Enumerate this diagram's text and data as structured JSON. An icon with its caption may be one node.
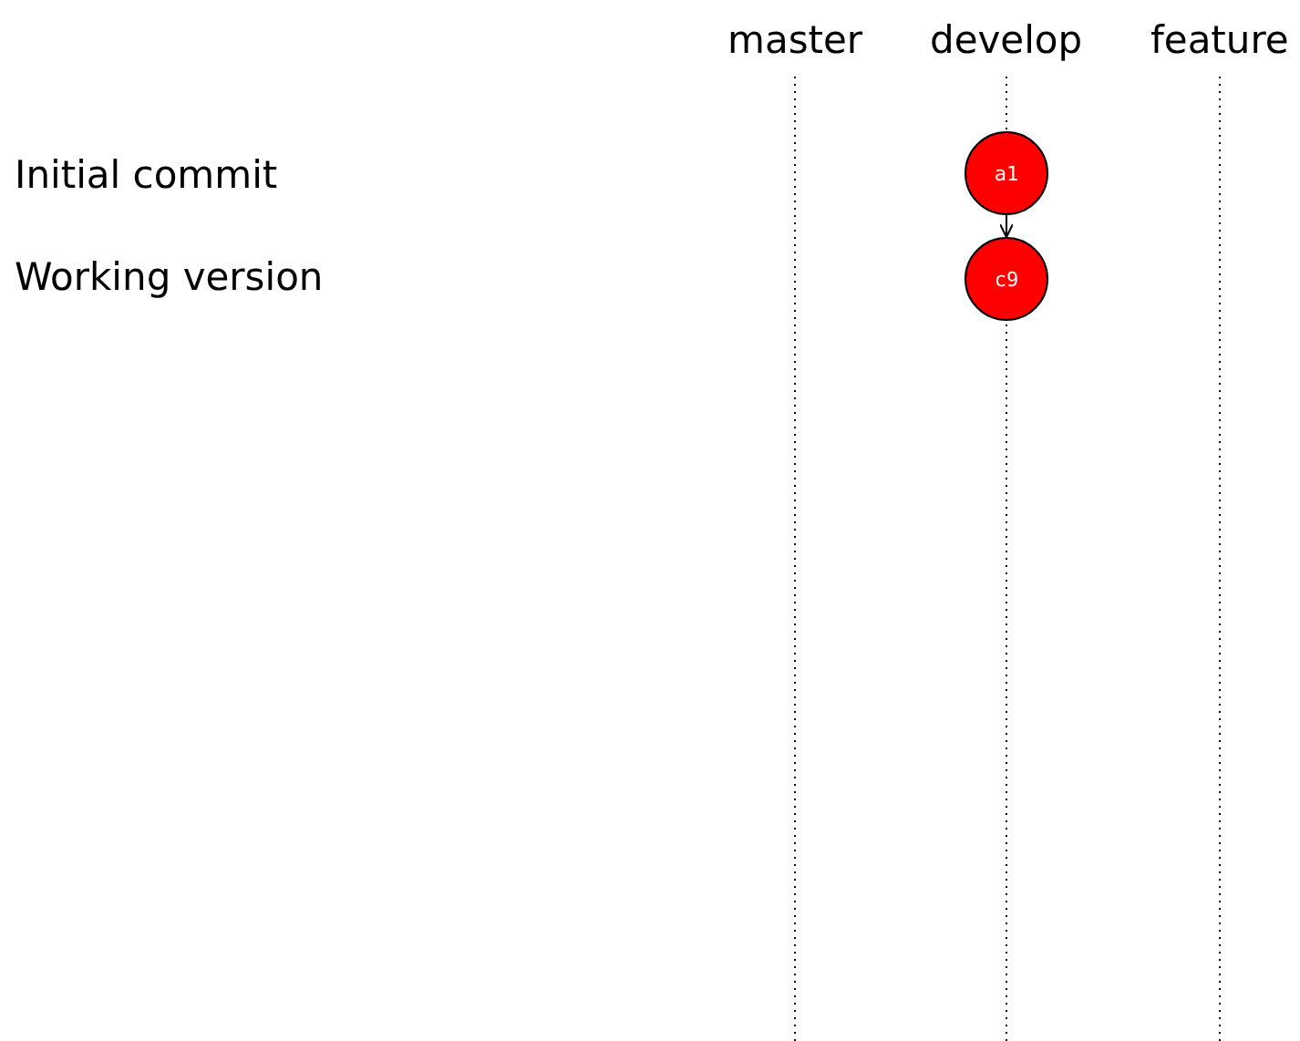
{
  "diagram": {
    "nodes": [
      {
        "text": [
          "a1"
        ]
      },
      {
        "text": [
          "c9"
        ]
      }
    ],
    "edges": [
      {
        "from": 0,
        "to": 1,
        "arrow": "to"
      }
    ],
    "labels": [
      "master",
      "develop",
      "feature",
      "Initial commit",
      "Working version"
    ]
  }
}
